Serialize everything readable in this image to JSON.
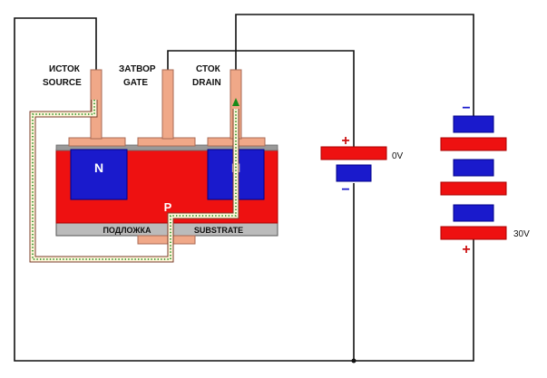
{
  "terminals": {
    "source_ru": "ИСТОК",
    "source_en": "SOURCE",
    "gate_ru": "ЗАТВОР",
    "gate_en": "GATE",
    "drain_ru": "СТОК",
    "drain_en": "DRAIN"
  },
  "regions": {
    "n_left": "N",
    "n_right": "N",
    "p_body": "P"
  },
  "substrate": {
    "label_ru": "ПОДЛОЖКА",
    "label_en": "SUBSTRATE"
  },
  "gate_battery": {
    "voltage": "0V",
    "plus": "+",
    "minus": "−"
  },
  "drain_battery": {
    "voltage": "30V",
    "plus": "+",
    "minus": "−"
  },
  "colors": {
    "p_region": "#ee1111",
    "n_region": "#1a1acc",
    "contact": "#f0a888",
    "oxide": "#999999",
    "substrate": "#bbbbbb",
    "wire": "#111111",
    "current_path": "#1a8a1a"
  }
}
